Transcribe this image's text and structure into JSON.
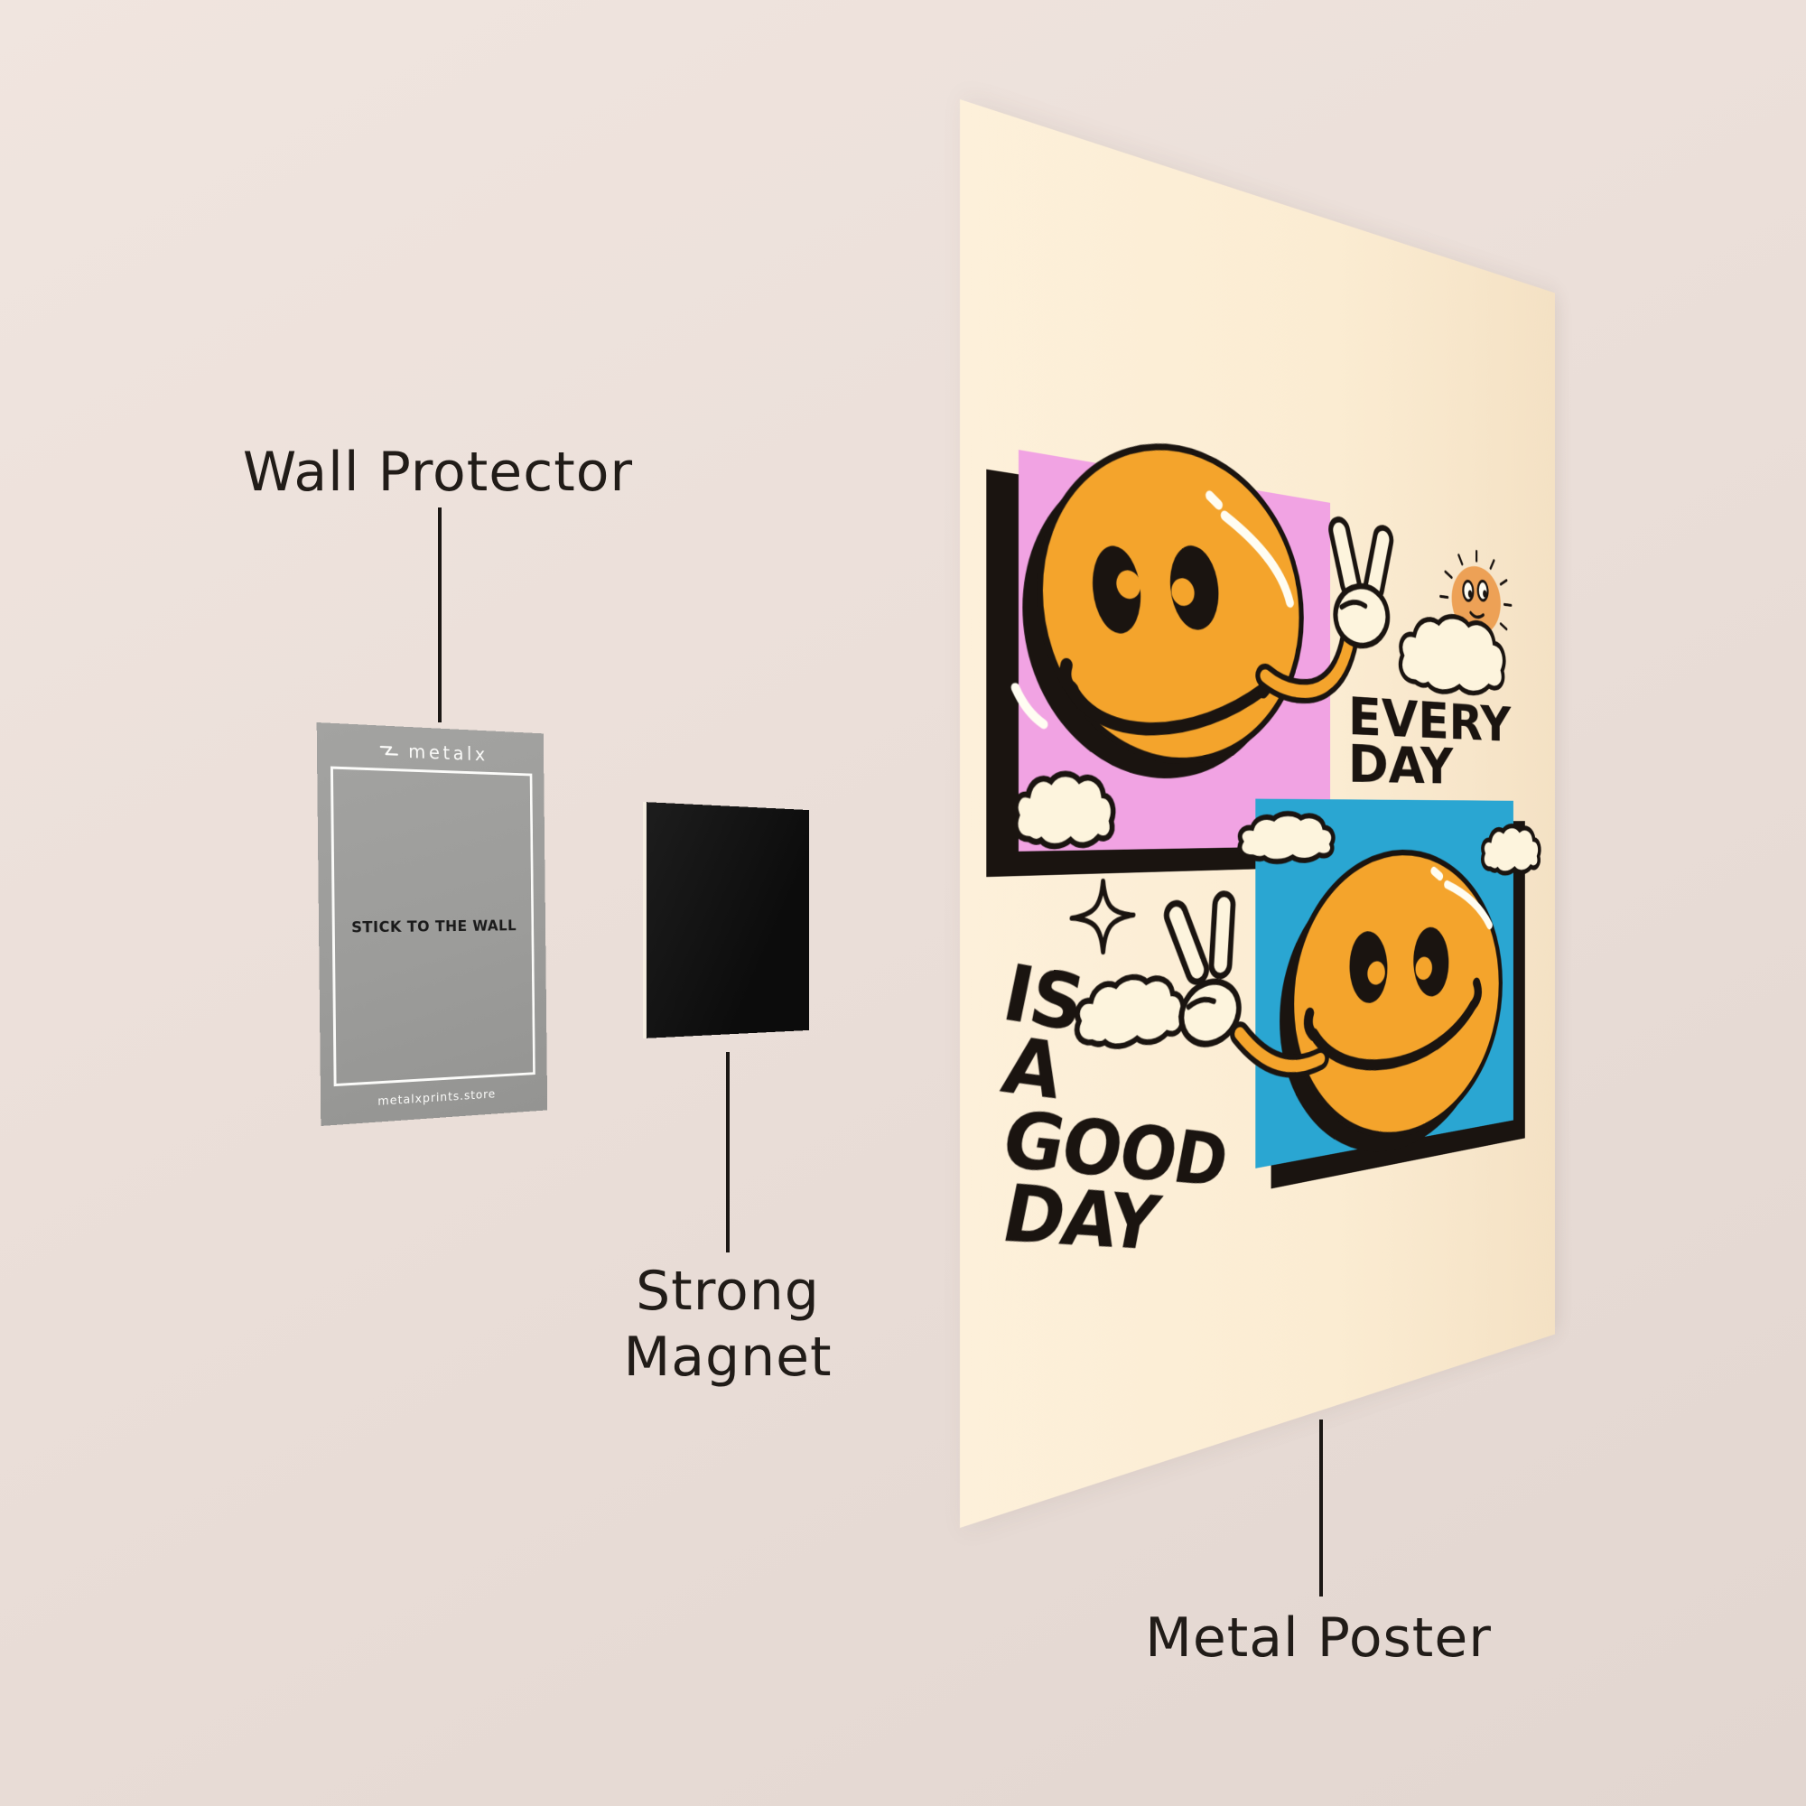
{
  "scene": {
    "wall_gradient_top": "#f0e5df",
    "wall_gradient_bottom": "#e2d6d0"
  },
  "labels": {
    "wall_protector": "Wall Protector",
    "strong_magnet_line1": "Strong",
    "strong_magnet_line2": "Magnet",
    "metal_poster": "Metal Poster"
  },
  "wall_protector_card": {
    "brand": "metalx",
    "center_text": "STICK TO THE WALL",
    "footer_text": "metalxprints.store",
    "color": "#9c9c9a"
  },
  "magnet": {
    "color": "#121212"
  },
  "poster": {
    "bg_color": "#fbecd2",
    "headline_top": {
      "line1": "EVERY",
      "line2": "DAY"
    },
    "headline_bottom": {
      "word1": "IS",
      "word2": "A",
      "word3": "GOOD",
      "word4": "DAY"
    },
    "colors": {
      "pink": "#f1a3e3",
      "blue": "#2aa6d2",
      "orange": "#f4a42c",
      "cream": "#fdf4dd",
      "sun_orange": "#eda156",
      "ink": "#1a1410"
    }
  }
}
